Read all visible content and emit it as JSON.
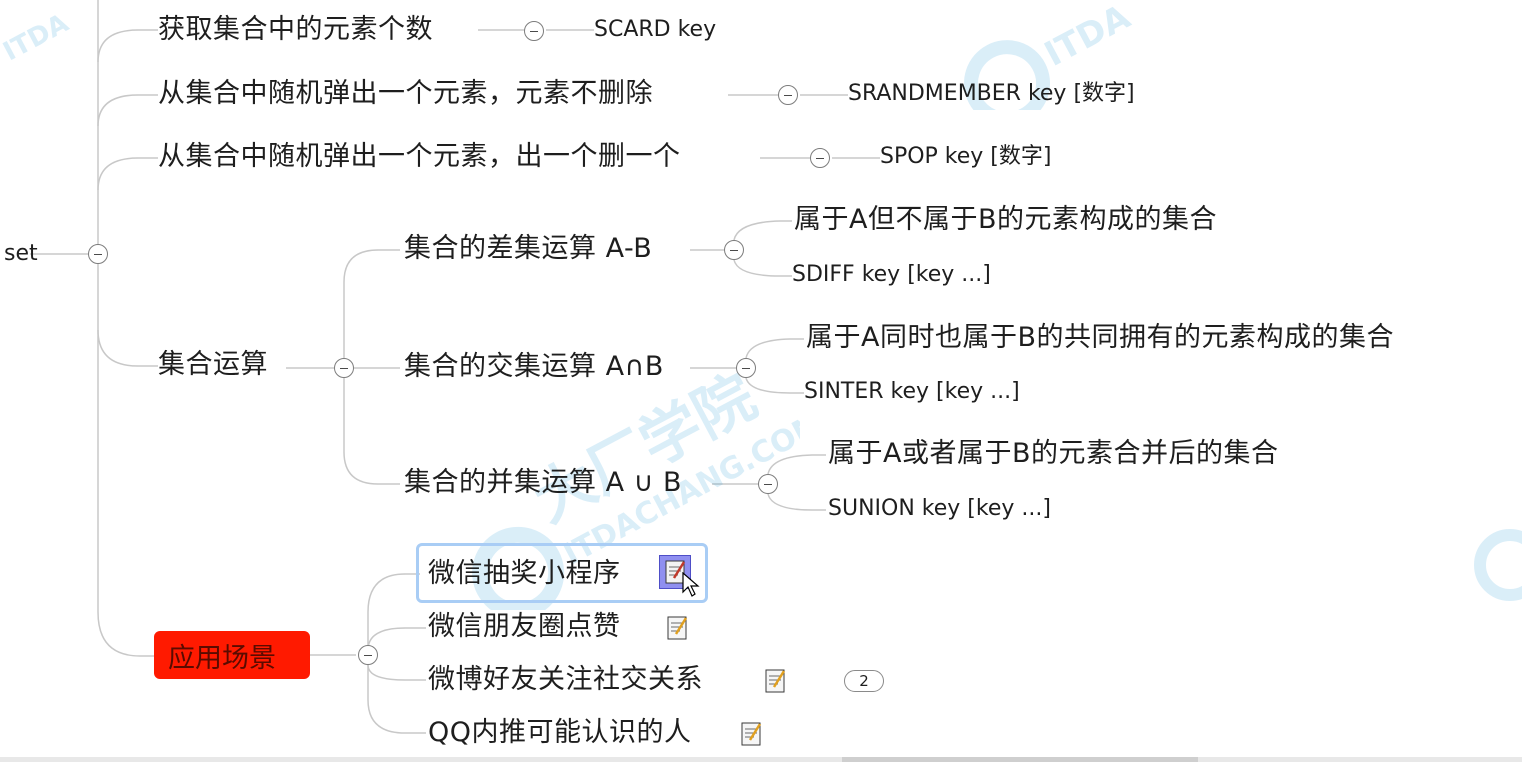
{
  "root": {
    "label": "set"
  },
  "branches": {
    "count": {
      "topic": "获取集合中的元素个数",
      "command": "SCARD key"
    },
    "srandmember": {
      "topic": "从集合中随机弹出一个元素，元素不删除",
      "command": "SRANDMEMBER key [数字]"
    },
    "spop": {
      "topic": "从集合中随机弹出一个元素，出一个删一个",
      "command": "SPOP key [数字]"
    }
  },
  "set_ops": {
    "label": "集合运算",
    "diff": {
      "topic": "集合的差集运算 A-B",
      "desc": "属于A但不属于B的元素构成的集合",
      "command": "SDIFF key [key ...]"
    },
    "inter": {
      "topic": "集合的交集运算 A∩B",
      "desc": "属于A同时也属于B的共同拥有的元素构成的集合",
      "command": "SINTER key [key ...]"
    },
    "union": {
      "topic": "集合的并集运算 A ∪ B",
      "desc": "属于A或者属于B的元素合并后的集合",
      "command": "SUNION key [key ...]"
    }
  },
  "scenarios": {
    "label": "应用场景",
    "items": [
      {
        "label": "微信抽奖小程序"
      },
      {
        "label": "微信朋友圈点赞"
      },
      {
        "label": "微博好友关注社交关系",
        "badge": "2"
      },
      {
        "label": "QQ内推可能认识的人"
      }
    ]
  },
  "watermark": {
    "brand_cn": "大厂学院",
    "brand_en": "ITDACHANG.COM",
    "brand_short": "ITDA"
  },
  "colors": {
    "scenario_topic_bg": "#ff1a00",
    "line": "#c8c8c8",
    "watermark": "#3aa3dc",
    "selection": "#a9cdf5"
  },
  "icons": [
    "note-icon",
    "collapse-toggle-icon",
    "mouse-cursor-icon"
  ]
}
